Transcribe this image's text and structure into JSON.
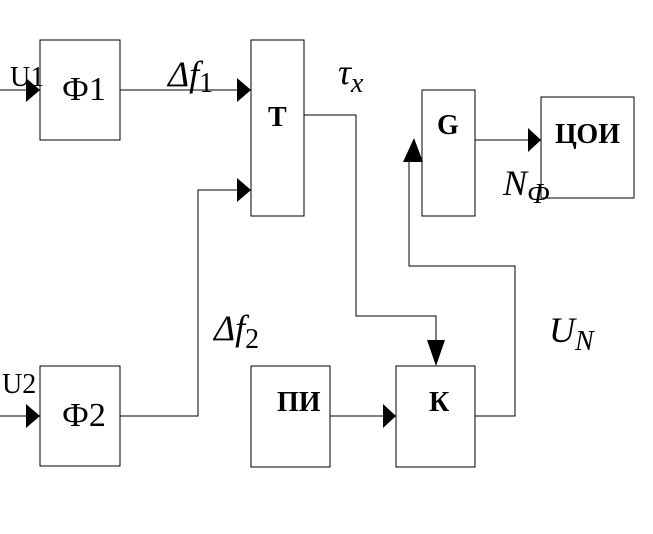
{
  "inputs": {
    "u1": "U1",
    "u2": "U2"
  },
  "blocks": {
    "f1": "Ф1",
    "f2": "Ф2",
    "t": "Т",
    "g": "G",
    "tsoi": "ЦОИ",
    "pi": "ПИ",
    "k": "К"
  },
  "signals": {
    "df1_main": "Δf",
    "df1_sub": "1",
    "df2_main": "Δf",
    "df2_sub": "2",
    "tau_main": "τ",
    "tau_sub": "x",
    "nf_main": "N",
    "nf_sub": "Ф",
    "un_main": "U",
    "un_sub": "N"
  },
  "colors": {
    "stroke": "#000000",
    "background": "#ffffff"
  }
}
